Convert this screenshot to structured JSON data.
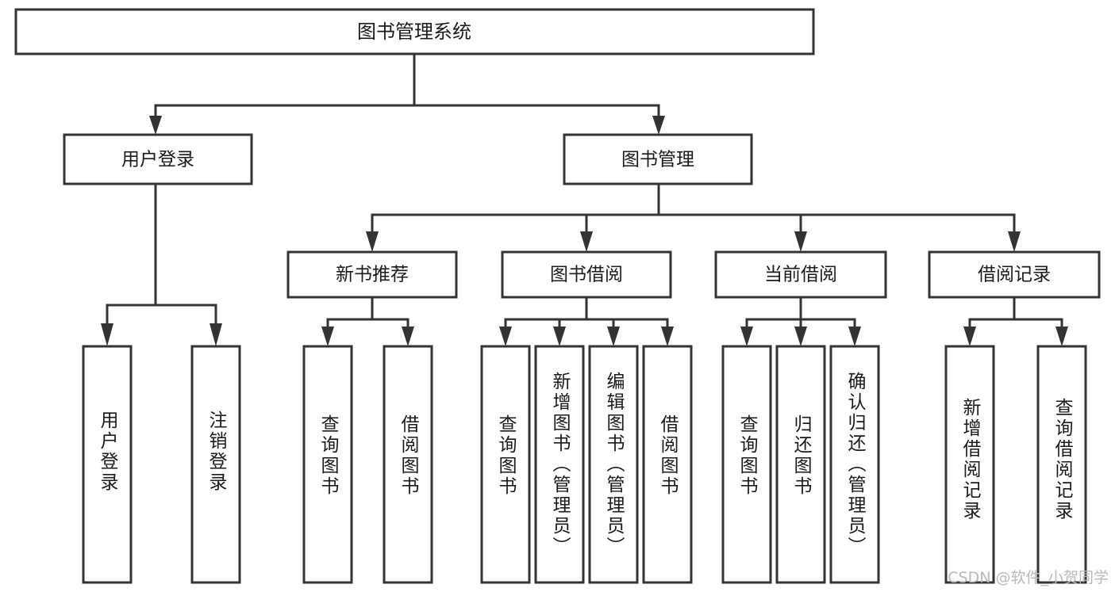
{
  "diagram": {
    "type": "tree-hierarchy",
    "title": "图书管理系统",
    "root": {
      "id": "root",
      "label": "图书管理系统",
      "level": 0,
      "orientation": "horizontal"
    },
    "level1": [
      {
        "id": "user-login",
        "label": "用户登录",
        "orientation": "horizontal"
      },
      {
        "id": "book-management",
        "label": "图书管理",
        "orientation": "horizontal"
      }
    ],
    "level2": [
      {
        "id": "new-book-recommend",
        "label": "新书推荐",
        "parent": "book-management",
        "orientation": "horizontal"
      },
      {
        "id": "book-borrow",
        "label": "图书借阅",
        "parent": "book-management",
        "orientation": "horizontal"
      },
      {
        "id": "current-borrow",
        "label": "当前借阅",
        "parent": "book-management",
        "orientation": "horizontal"
      },
      {
        "id": "borrow-record",
        "label": "借阅记录",
        "parent": "book-management",
        "orientation": "horizontal"
      }
    ],
    "leaves": [
      {
        "id": "leaf-user-login",
        "label": "用户登录",
        "parent": "user-login",
        "orientation": "vertical"
      },
      {
        "id": "leaf-logout-login",
        "label": "注销登录",
        "parent": "user-login",
        "orientation": "vertical"
      },
      {
        "id": "leaf-query-book-1",
        "label": "查询图书",
        "parent": "new-book-recommend",
        "orientation": "vertical"
      },
      {
        "id": "leaf-borrow-book-1",
        "label": "借阅图书",
        "parent": "new-book-recommend",
        "orientation": "vertical"
      },
      {
        "id": "leaf-query-book-2",
        "label": "查询图书",
        "parent": "book-borrow",
        "orientation": "vertical"
      },
      {
        "id": "leaf-add-book",
        "label": "新增图书（管理员）",
        "parent": "book-borrow",
        "orientation": "vertical"
      },
      {
        "id": "leaf-edit-book",
        "label": "编辑图书（管理员）",
        "parent": "book-borrow",
        "orientation": "vertical"
      },
      {
        "id": "leaf-borrow-book-2",
        "label": "借阅图书",
        "parent": "book-borrow",
        "orientation": "vertical"
      },
      {
        "id": "leaf-query-book-3",
        "label": "查询图书",
        "parent": "current-borrow",
        "orientation": "vertical"
      },
      {
        "id": "leaf-return-book",
        "label": "归还图书",
        "parent": "current-borrow",
        "orientation": "vertical"
      },
      {
        "id": "leaf-confirm-return",
        "label": "确认归还（管理员）",
        "parent": "current-borrow",
        "orientation": "vertical"
      },
      {
        "id": "leaf-add-record",
        "label": "新增借阅记录",
        "parent": "borrow-record",
        "orientation": "vertical"
      },
      {
        "id": "leaf-query-record",
        "label": "查询借阅记录",
        "parent": "borrow-record",
        "orientation": "vertical"
      }
    ],
    "colors": {
      "stroke": "#333333",
      "fill": "#ffffff",
      "text": "#1a1a1a",
      "watermark": "#b9b9b9",
      "background": "#ffffff"
    }
  },
  "watermark": {
    "text": "CSDN @软件_小贺同学"
  }
}
